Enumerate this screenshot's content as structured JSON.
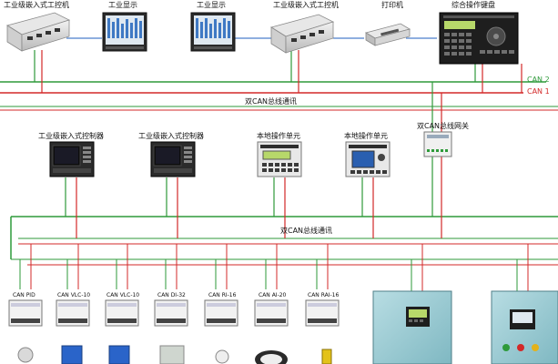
{
  "top_row": {
    "ipc_left": "工业级嵌入式工控机",
    "display_1": "工业显示",
    "display_2": "工业显示",
    "ipc_right": "工业级嵌入式工控机",
    "printer": "打印机",
    "keyboard": "综合操作键盘"
  },
  "buses": {
    "can2": "CAN 2",
    "can1": "CAN 1",
    "dual_can_top": "双CAN总线通讯",
    "dual_can_bottom": "双CAN总线通讯"
  },
  "middle_row": {
    "controller_1": "工业级嵌入式控制器",
    "controller_2": "工业级嵌入式控制器",
    "op_unit_1": "本地操作单元",
    "op_unit_2": "本地操作单元",
    "gateway": "双CAN总线网关"
  },
  "modules": [
    "CAN PID",
    "CAN VLC-10",
    "CAN VLC-10",
    "CAN DI-32",
    "CAN RI-16",
    "CAN AI-20",
    "CAN RAI-16"
  ],
  "colors": {
    "green_line": "#2e9a3a",
    "red_line": "#d32828"
  }
}
